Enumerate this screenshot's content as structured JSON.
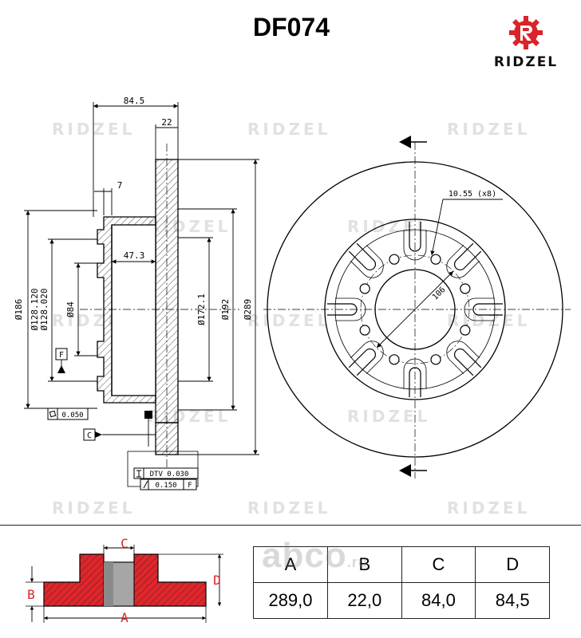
{
  "part_number": "DF074",
  "brand": {
    "name": "RIDZEL",
    "accent_color": "#d8242a"
  },
  "watermark": "RIDZEL",
  "drawing": {
    "dim_84_5": "84.5",
    "dim_22": "22",
    "dim_7": "7",
    "dim_47_3": "47.3",
    "dim_186": "Ø186",
    "dim_128": "Ø128.120",
    "dim_128b": "Ø128.020",
    "dim_84": "Ø84",
    "dim_172": "Ø172.1",
    "dim_192": "Ø192",
    "dim_289": "Ø289",
    "datum_f": "F",
    "datum_c": "C",
    "flatness": "0.050",
    "dtv_label": "DTV 0.030",
    "runout_value": "0.150",
    "runout_datum": "F",
    "holes_label": "10.55 (x8)",
    "pcd_label": "106"
  },
  "thumbnail": {
    "label_a": "A",
    "label_b": "B",
    "label_c": "C",
    "label_d": "D"
  },
  "spec_table": {
    "headers": [
      "A",
      "B",
      "C",
      "D"
    ],
    "values": [
      "289,0",
      "22,0",
      "84,0",
      "84,5"
    ]
  },
  "overlay": {
    "logo_text": "abco",
    "logo_suffix": ".ru"
  }
}
